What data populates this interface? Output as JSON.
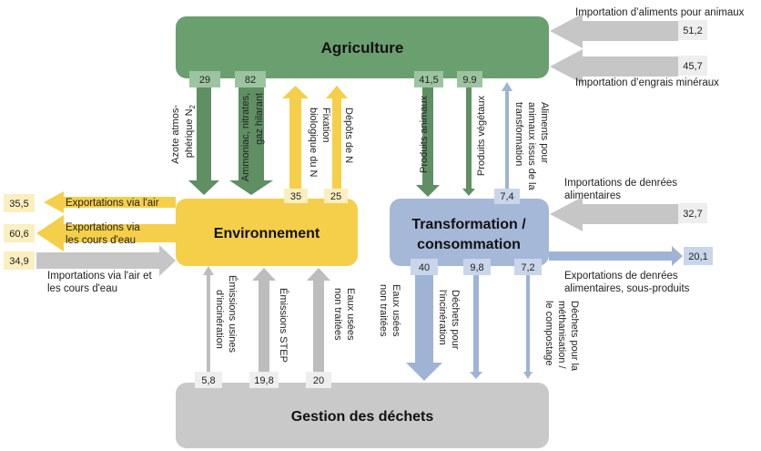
{
  "colors": {
    "agriculture": "#6a9f6f",
    "agriculture_arrow": "#5f8f63",
    "environment": "#f5cf4a",
    "environment_arrow": "#f5cf4a",
    "transformation": "#a6b8d8",
    "transformation_arrow": "#9fb3d6",
    "waste": "#c9c9c9",
    "waste_arrow": "#bdbdbd",
    "badge_green": "#9dc4a0",
    "badge_yellow": "#fbefc0",
    "badge_blue": "#c9d5ea",
    "badge_gray": "#eeeeee"
  },
  "boxes": {
    "agriculture": "Agriculture",
    "environment": "Environnement",
    "transformation_1": "Transformation /",
    "transformation_2": "consommation",
    "waste": "Gestion des déchets"
  },
  "flows": {
    "import_feed": {
      "value": "51,2",
      "label": "Importation d’aliments pour animaux"
    },
    "import_fertilizer": {
      "value": "45,7",
      "label": "Importation d’engrais minéraux"
    },
    "agri_n2": {
      "value": "29",
      "label_1": "Azote atmos-",
      "label_2": "phérique N",
      "label_sub": "2"
    },
    "agri_ammonia": {
      "value": "82",
      "label_1": "Ammoniac, nitrates,",
      "label_2": "gaz hilarant"
    },
    "fixation": {
      "value": "35",
      "label_1": "Fixation",
      "label_2": "biologique du N"
    },
    "deposits": {
      "value": "25",
      "label_1": "Dépôts de N"
    },
    "animal_products": {
      "value": "41,5",
      "label_1": "Produits animaux"
    },
    "plant_products": {
      "value": "9.9",
      "label_1": "Produits végétaux"
    },
    "feed_processing": {
      "value": "7,4",
      "label_1": "Aliments pour",
      "label_2": "animaux issus de la",
      "label_3": "transformation"
    },
    "export_air": {
      "value": "35,5",
      "label": "Exportations via l'air"
    },
    "export_water": {
      "value": "60,6",
      "label_1": "Exportations via",
      "label_2": "les cours d'eau"
    },
    "import_air_water": {
      "value": "34,9",
      "label_1": "Importations via l'air et",
      "label_2": "les cours d'eau"
    },
    "import_food": {
      "value": "32,7",
      "label_1": "Importations de denrées",
      "label_2": "alimentaires"
    },
    "export_food": {
      "value": "20,1",
      "label_1": "Exportations de denrées",
      "label_2": "alimentaires, sous-produits"
    },
    "incineration_emissions": {
      "value": "5,8",
      "label_1": "Émissions usines",
      "label_2": "d’incinération"
    },
    "wwtp_emissions": {
      "value": "19,8",
      "label_1": "Émissions STEP"
    },
    "untreated_to_env": {
      "value": "20",
      "label_1": "Eaux usées",
      "label_2": "non traitées"
    },
    "untreated_to_waste": {
      "value": "40",
      "label_1": "Eaux usées",
      "label_2": "non traitées"
    },
    "waste_incineration": {
      "value": "9,8",
      "label_1": "Déchets pour",
      "label_2": "l'incinération"
    },
    "waste_methanisation": {
      "value": "7,2",
      "label_1": "Déchets pour la",
      "label_2": "méthanisation /",
      "label_3": "le compostage"
    }
  }
}
